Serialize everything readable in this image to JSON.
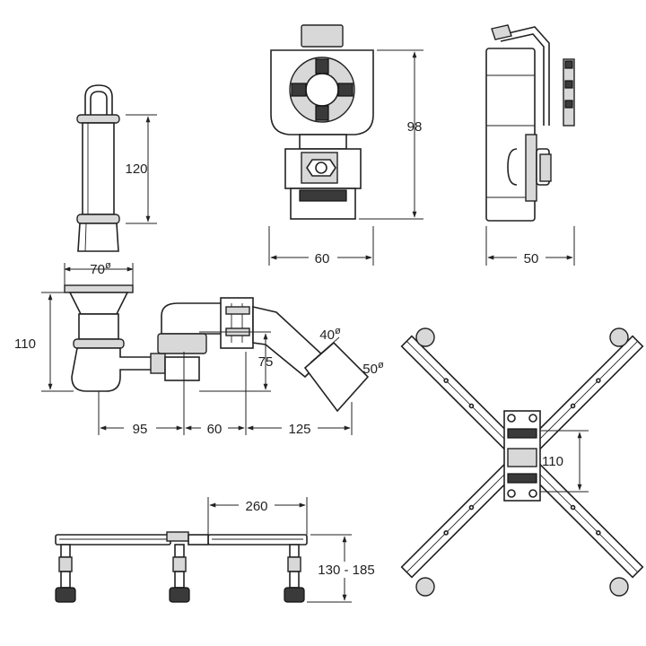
{
  "drawing": {
    "pipe": {
      "height_label": "120"
    },
    "trap": {
      "inlet_diameter_label": "70",
      "height_label": "110",
      "outlet_height_label": "75",
      "small_outlet_label": "40",
      "large_outlet_label": "50",
      "spacing_1_label": "95",
      "spacing_2_label": "60",
      "spacing_3_label": "125",
      "diameter_symbol": "ø"
    },
    "bracket_front": {
      "height_label": "98",
      "width_label": "60"
    },
    "bracket_side": {
      "width_label": "50"
    },
    "frame_side": {
      "spacing_label": "260",
      "height_label": "130 - 185"
    },
    "cross_frame": {
      "center_label": "110"
    }
  },
  "colors": {
    "line": "#222222",
    "fill_light": "#d8d8d8",
    "fill_dark": "#3a3a3a"
  }
}
